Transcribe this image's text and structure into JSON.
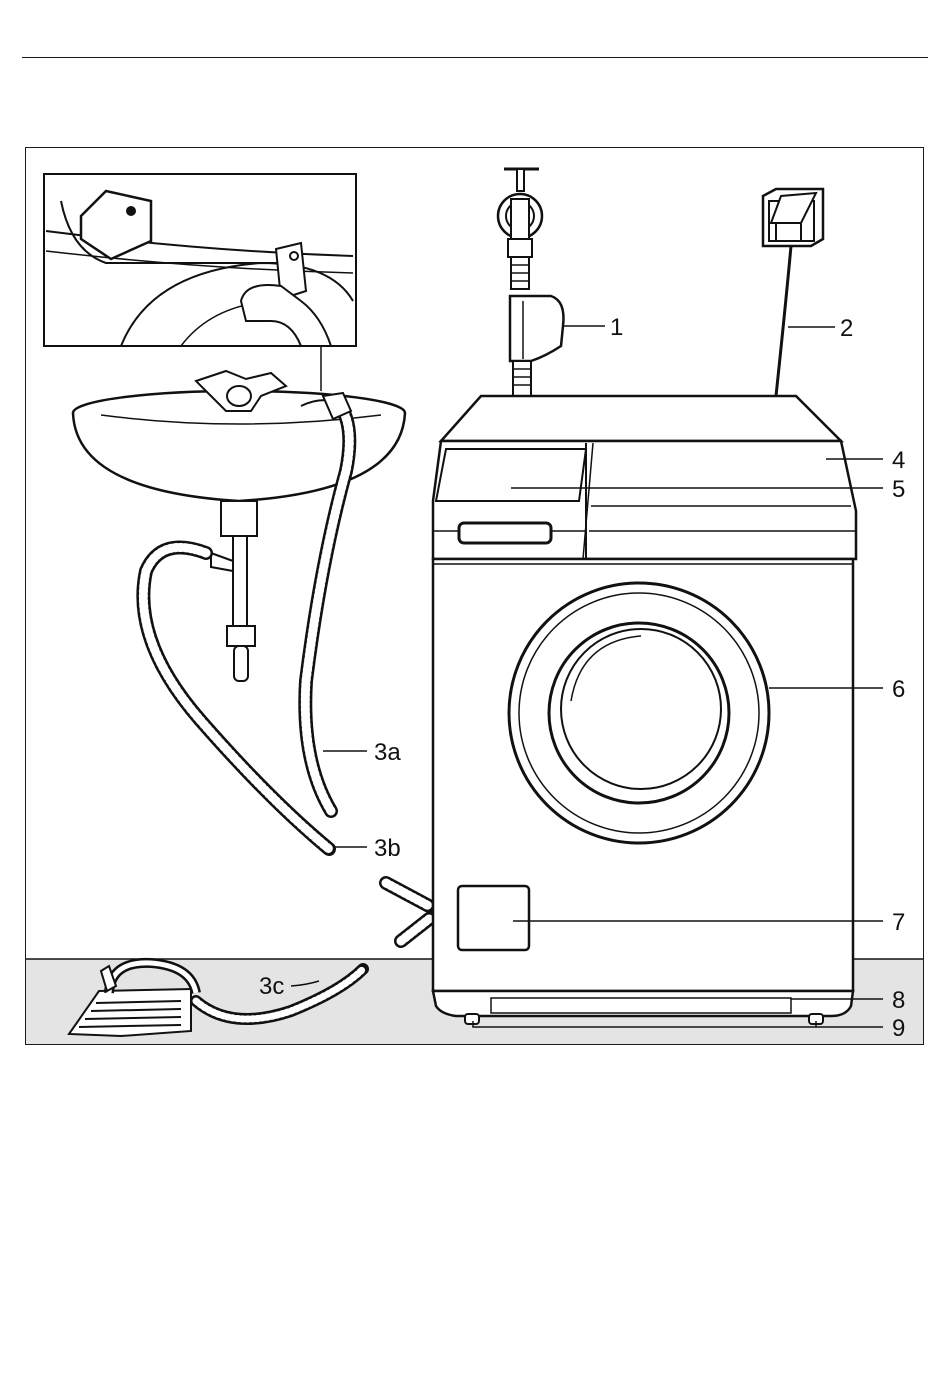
{
  "diagram": {
    "labels": {
      "l1": "1",
      "l2": "2",
      "l3a": "3a",
      "l3b": "3b",
      "l3c": "3c",
      "l4": "4",
      "l5": "5",
      "l6": "6",
      "l7": "7",
      "l8": "8",
      "l9": "9"
    }
  },
  "colors": {
    "ink": "#111111",
    "floor": "#e4e4e4",
    "page": "#ffffff"
  },
  "icons": [
    "water-tap-icon",
    "wall-socket-icon",
    "washbasin-icon",
    "floor-drain-icon",
    "washing-machine-icon"
  ]
}
